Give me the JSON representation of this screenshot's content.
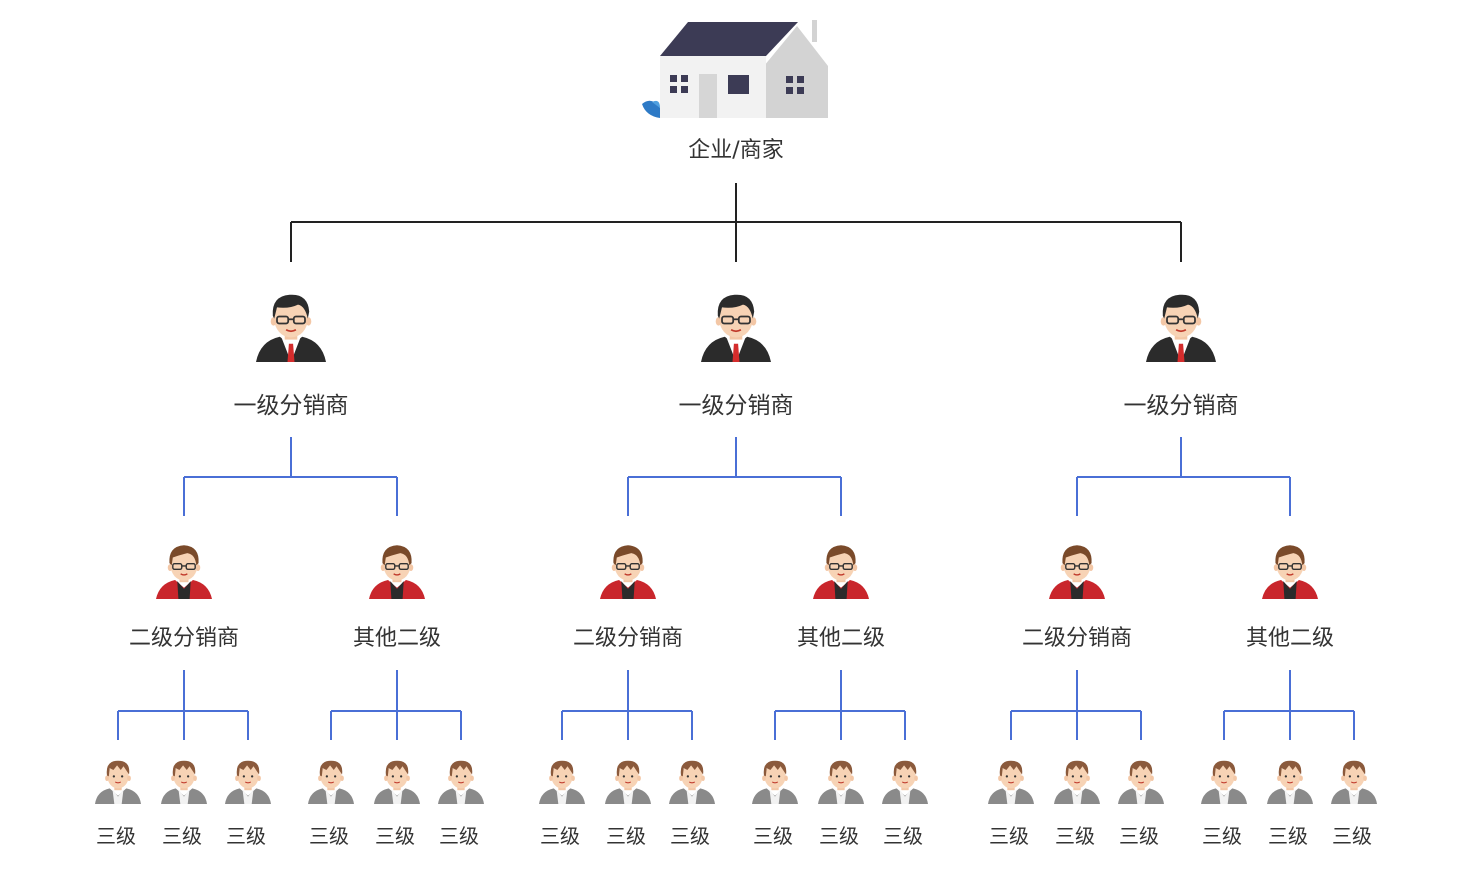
{
  "root": {
    "label": "企业/商家",
    "icon": "house-icon"
  },
  "level1_label": "一级分销商",
  "level2_labels": [
    "二级分销商",
    "其他二级"
  ],
  "level3_label": "三级",
  "colors": {
    "top_connector": "#222222",
    "sub_connector": "#4a6fd6",
    "text": "#333333",
    "roof": "#3c3b55",
    "wall": "#f2f2f2",
    "accent_blue": "#2d7ac6",
    "tie": "#d42c2c"
  },
  "tree": [
    {
      "label": "一级分销商",
      "children": [
        {
          "label": "二级分销商",
          "children": [
            "三级",
            "三级",
            "三级"
          ]
        },
        {
          "label": "其他二级",
          "children": [
            "三级",
            "三级",
            "三级"
          ]
        }
      ]
    },
    {
      "label": "一级分销商",
      "children": [
        {
          "label": "二级分销商",
          "children": [
            "三级",
            "三级",
            "三级"
          ]
        },
        {
          "label": "其他二级",
          "children": [
            "三级",
            "三级",
            "三级"
          ]
        }
      ]
    },
    {
      "label": "一级分销商",
      "children": [
        {
          "label": "二级分销商",
          "children": [
            "三级",
            "三级",
            "三级"
          ]
        },
        {
          "label": "其他二级",
          "children": [
            "三级",
            "三级",
            "三级"
          ]
        }
      ]
    }
  ]
}
